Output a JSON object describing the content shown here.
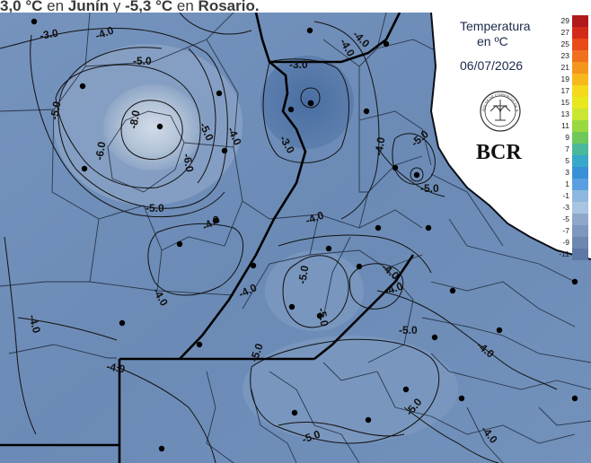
{
  "caption": {
    "part1": "3,0 °C",
    "part2": " en ",
    "part3": "Junín",
    "part4": " y ",
    "part5": "-5,3 °C",
    "part6": " en ",
    "part7": "Rosario."
  },
  "legend": {
    "title_line1": "Temperatura",
    "title_line2": "en ºC",
    "date": "06/07/2026",
    "logo_text": "BCR",
    "seal_text": "BOLSA DE COMERCIO DE ROSARIO"
  },
  "color_scale": {
    "values": [
      "29",
      "27",
      "25",
      "23",
      "21",
      "19",
      "17",
      "15",
      "13",
      "11",
      "9",
      "7",
      "5",
      "3",
      "1",
      "-1",
      "-3",
      "-5",
      "-7",
      "-9",
      "-11"
    ],
    "colors": [
      "#b01a1a",
      "#d42a1a",
      "#e84a1a",
      "#f07020",
      "#f4951e",
      "#f6b81c",
      "#f6d81c",
      "#e8e81e",
      "#c8e632",
      "#9ad840",
      "#6ec85a",
      "#4ab89a",
      "#38a8c8",
      "#3a90d8",
      "#5aa0e0",
      "#8fb8e0",
      "#a8c4e0",
      "#8da8c8",
      "#7d98bc",
      "#6d88b0",
      "#5d78a4"
    ]
  },
  "isotherm_labels": [
    "-3.0",
    "-4.0",
    "-5.0",
    "-5.0",
    "-6.0",
    "-8.0",
    "-6.0",
    "-5.0",
    "-4.0",
    "-3.0",
    "-3.0",
    "-4.0",
    "-4.0",
    "-5.0",
    "-5.0",
    "-5.0",
    "-4.0",
    "-4.0",
    "-4.0",
    "-4.0",
    "-5.0",
    "-5.0",
    "-4.0",
    "-4.0",
    "-4.0",
    "-4.0",
    "-5.0",
    "-5.0",
    "-5.0",
    "-5.0",
    "-4.0",
    "-4.0",
    "-4.0"
  ],
  "colors": {
    "map_base": "#6d8db8",
    "cold_core": "#5276a8",
    "warm_core": "#c6d2e2",
    "isoline": "#1a1a1a",
    "border": "#000000",
    "legend_bg": "#ffffff"
  }
}
